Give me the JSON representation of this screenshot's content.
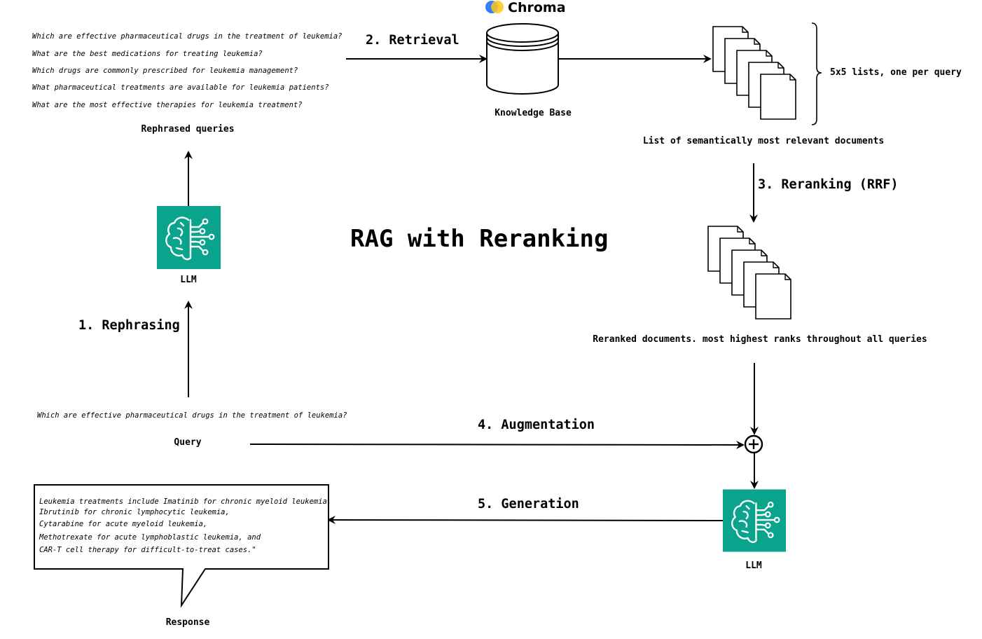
{
  "title": "RAG with Reranking",
  "rephrased_queries": [
    "Which are effective pharmaceutical drugs in the treatment of leukemia?",
    "What are the best medications for treating leukemia?",
    "Which drugs are commonly prescribed for leukemia management?",
    "What pharmaceutical treatments are available for leukemia patients?",
    "What are the most effective therapies for leukemia treatment?"
  ],
  "labels": {
    "rephrased_queries": "Rephrased queries",
    "knowledge_base": "Knowledge Base",
    "chroma": "Chroma",
    "brace_note": "5x5 lists, one per query",
    "relevant_docs": "List of semantically most relevant documents",
    "reranked_docs": "Reranked documents. most highest ranks throughout all queries",
    "llm_top": "LLM",
    "llm_bottom": "LLM",
    "query": "Query",
    "query_text": "Which are effective pharmaceutical drugs in the treatment of leukemia?",
    "response": "Response"
  },
  "steps": {
    "rephrasing": "1. Rephrasing",
    "retrieval": "2. Retrieval",
    "reranking": "3. Reranking (RRF)",
    "augmentation": "4. Augmentation",
    "generation": "5. Generation"
  },
  "response_lines": [
    "Leukemia treatments include Imatinib for chronic myeloid leukemia.",
    "Ibrutinib for chronic lymphocytic leukemia,",
    "Cytarabine for acute myeloid leukemia,",
    "Methotrexate for acute lymphoblastic leukemia, and",
    "CAR-T cell therapy for difficult-to-treat cases.\""
  ],
  "colors": {
    "llm_teal": "#0aa38c",
    "chroma_blue": "#327eff",
    "chroma_yellow": "#ffc61a",
    "chroma_red": "#ff5252"
  },
  "icons": {
    "llm": "brain-circuit-icon",
    "knowledge_base": "database-cylinder-icon",
    "documents": "document-stack-icon",
    "combine": "plus-circle-icon",
    "response": "speech-bubble-icon"
  }
}
